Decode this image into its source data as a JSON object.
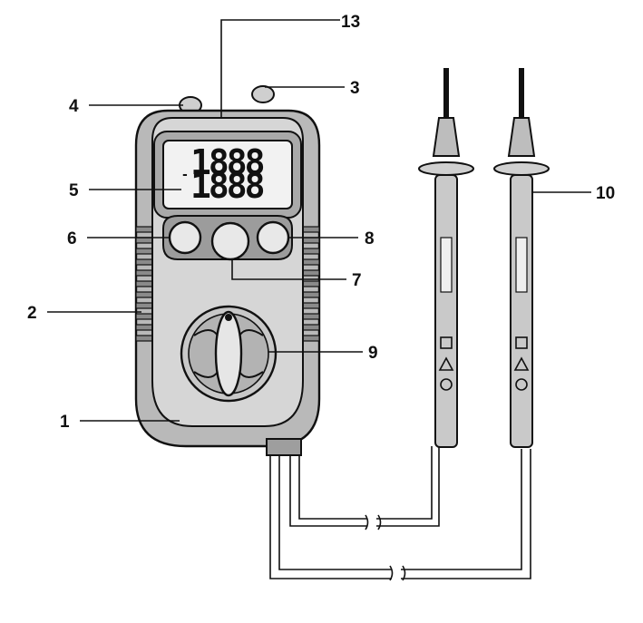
{
  "display": {
    "readout_top": "1888",
    "readout_bottom": "1888",
    "sign": "-"
  },
  "callouts": {
    "c1": "1",
    "c2": "2",
    "c3": "3",
    "c4": "4",
    "c5": "5",
    "c6": "6",
    "c7": "7",
    "c8": "8",
    "c9": "9",
    "c10": "10",
    "c13": "13"
  },
  "colors": {
    "ink": "#111111",
    "body_fill": "#bdbdbd",
    "face_fill": "#dcdcdc",
    "lcd_fill": "#f2f2f2"
  }
}
